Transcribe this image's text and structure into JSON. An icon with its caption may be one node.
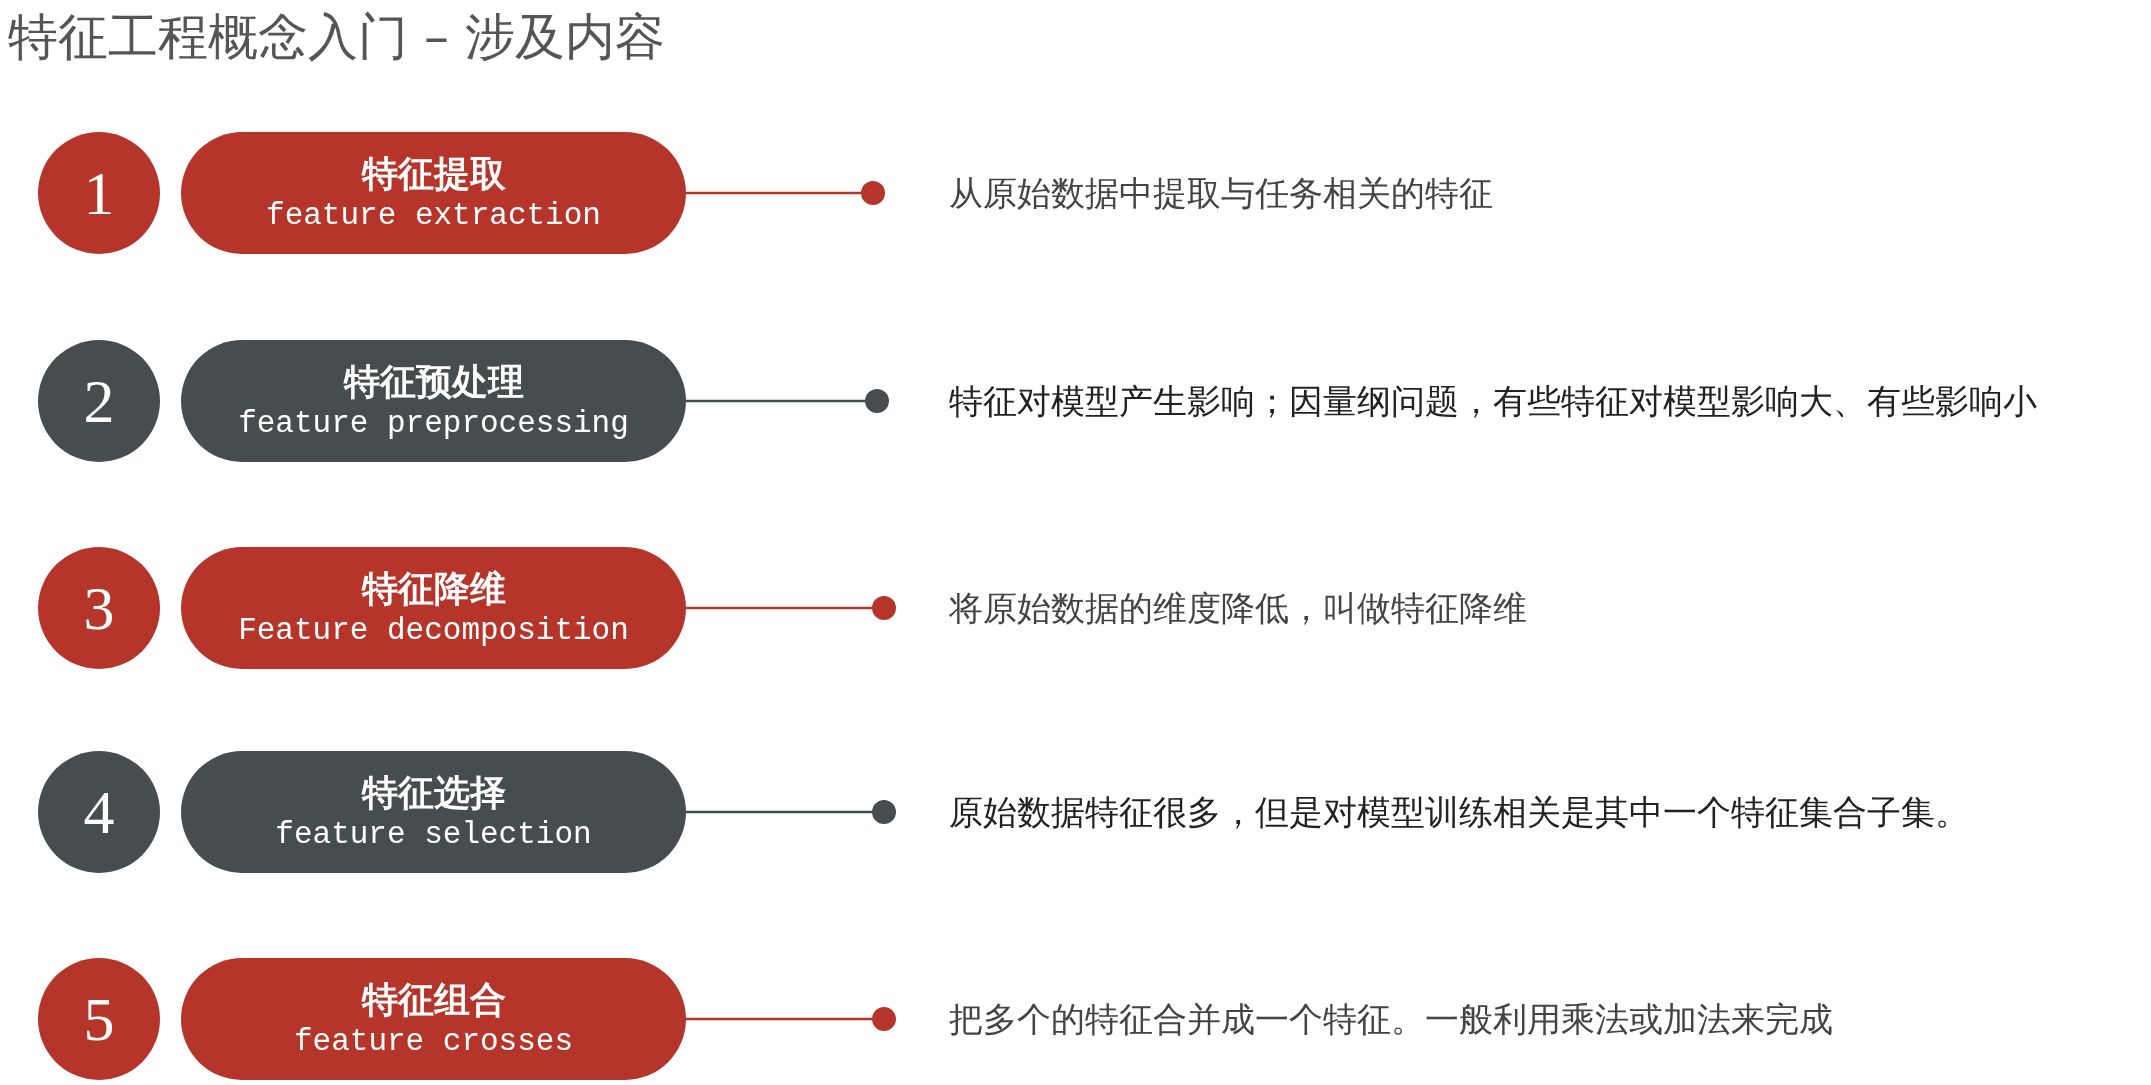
{
  "diagram": {
    "title": "特征工程概念入门 – 涉及内容",
    "nodes": [
      {
        "text": [
          "1"
        ]
      },
      {
        "text": [
          "特征提取",
          "feature extraction"
        ]
      },
      {
        "text": [],
        "shape": "circle",
        "beside": [
          "从原始数据中提取与任务相关的特征"
        ]
      },
      {
        "text": [
          "2"
        ]
      },
      {
        "text": [
          "特征预处理",
          "feature preprocessing"
        ]
      },
      {
        "text": [],
        "shape": "circle",
        "beside": [
          "特征对模型产生影响；因量纲问题，有些特征对模型影响大、有些影响小"
        ]
      },
      {
        "text": [
          "3"
        ]
      },
      {
        "text": [
          "特征降维",
          "Feature decomposition"
        ]
      },
      {
        "text": [],
        "shape": "circle",
        "beside": [
          "将原始数据的维度降低，叫做特征降维"
        ]
      },
      {
        "text": [
          "4"
        ]
      },
      {
        "text": [
          "特征选择",
          "feature selection"
        ]
      },
      {
        "text": [],
        "shape": "circle",
        "beside": [
          "原始数据特征很多，但是对模型训练相关是其中一个特征集合子集。"
        ]
      },
      {
        "text": [
          "5"
        ]
      },
      {
        "text": [
          "特征组合",
          "feature crosses"
        ]
      },
      {
        "text": [],
        "shape": "circle",
        "beside": [
          "把多个的特征合并成一个特征。一般利用乘法或加法来完成"
        ]
      }
    ],
    "edges": [
      {
        "from": 1,
        "to": 2,
        "arrow": "none"
      },
      {
        "from": 4,
        "to": 5,
        "arrow": "none",
        "color": "#474c4f"
      },
      {
        "from": 7,
        "to": 8,
        "arrow": "none"
      },
      {
        "from": 10,
        "to": 11,
        "arrow": "none",
        "color": "#474c4f"
      },
      {
        "from": 13,
        "to": 14,
        "arrow": "none"
      }
    ]
  }
}
